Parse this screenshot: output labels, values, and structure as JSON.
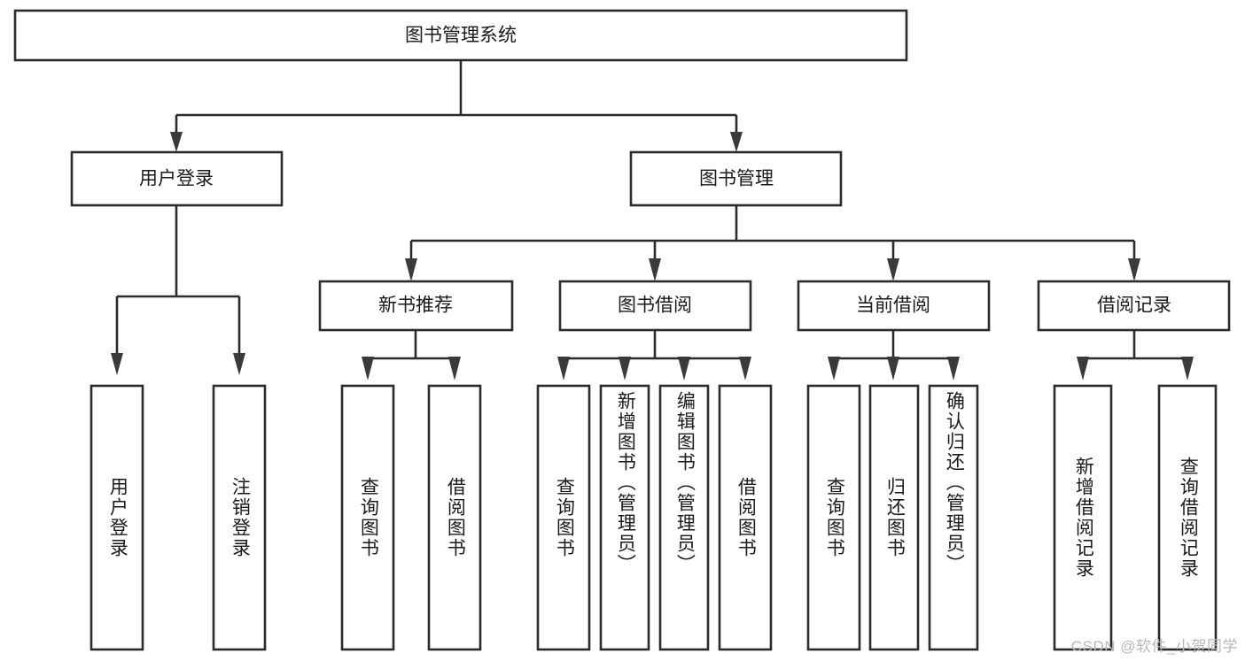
{
  "diagram": {
    "title": "图书管理系统",
    "type": "tree-hierarchy-diagram",
    "orientation": "top-down",
    "colors": {
      "background": "#ffffff",
      "box_stroke": "#2b2b2b",
      "box_fill": "#ffffff",
      "text": "#1a1a1a",
      "connector": "#2b2b2b",
      "watermark": "#b9b9b9"
    },
    "root": {
      "id": "root",
      "label": "图书管理系统"
    },
    "level2": [
      {
        "id": "user-login",
        "label": "用户登录"
      },
      {
        "id": "book-manage",
        "label": "图书管理"
      }
    ],
    "level3": [
      {
        "id": "new-book-rec",
        "label": "新书推荐",
        "parent": "book-manage"
      },
      {
        "id": "book-borrow",
        "label": "图书借阅",
        "parent": "book-manage"
      },
      {
        "id": "current-borrow",
        "label": "当前借阅",
        "parent": "book-manage"
      },
      {
        "id": "borrow-record",
        "label": "借阅记录",
        "parent": "book-manage"
      }
    ],
    "leaves": [
      {
        "id": "leaf-user-login",
        "label": "用户登录",
        "parent": "user-login"
      },
      {
        "id": "leaf-user-logout",
        "label": "注销登录",
        "parent": "user-login"
      },
      {
        "id": "leaf-query-book-1",
        "label": "查询图书",
        "parent": "new-book-rec"
      },
      {
        "id": "leaf-borrow-book-1",
        "label": "借阅图书",
        "parent": "new-book-rec"
      },
      {
        "id": "leaf-query-book-2",
        "label": "查询图书",
        "parent": "book-borrow"
      },
      {
        "id": "leaf-add-book",
        "label": "新增图书（管理员）",
        "parent": "book-borrow"
      },
      {
        "id": "leaf-edit-book",
        "label": "编辑图书（管理员）",
        "parent": "book-borrow"
      },
      {
        "id": "leaf-borrow-book-2",
        "label": "借阅图书",
        "parent": "book-borrow"
      },
      {
        "id": "leaf-query-book-3",
        "label": "查询图书",
        "parent": "current-borrow"
      },
      {
        "id": "leaf-return-book",
        "label": "归还图书",
        "parent": "current-borrow"
      },
      {
        "id": "leaf-confirm-return",
        "label": "确认归还（管理员）",
        "parent": "current-borrow"
      },
      {
        "id": "leaf-add-record",
        "label": "新增借阅记录",
        "parent": "borrow-record"
      },
      {
        "id": "leaf-query-record",
        "label": "查询借阅记录",
        "parent": "borrow-record"
      }
    ],
    "watermark": "CSDN @软件_小贺同学"
  }
}
